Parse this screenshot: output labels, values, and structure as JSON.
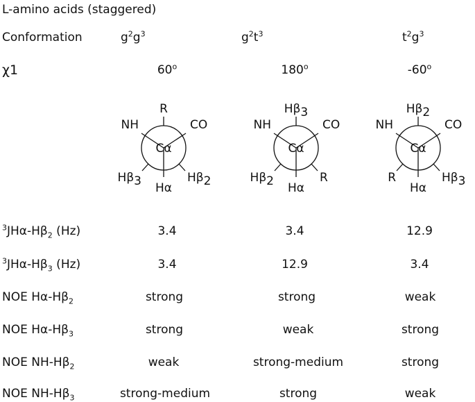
{
  "title": "L-amino acids (staggered)",
  "rows": {
    "conformation": {
      "label": "Conformation",
      "values": [
        {
          "a": "g",
          "a_sup": "2",
          "b": "g",
          "b_sup": "3"
        },
        {
          "a": "g",
          "a_sup": "2",
          "b": "t",
          "b_sup": "3"
        },
        {
          "a": "t",
          "a_sup": "2",
          "b": "g",
          "b_sup": "3"
        }
      ]
    },
    "chi": {
      "label": "χ1",
      "values": [
        "60",
        "180",
        "-60"
      ],
      "unit": "o"
    },
    "j_b2": {
      "label_sup": "3",
      "label_a": "JHα-Hβ",
      "label_sub": "2",
      "label_b": " (Hz)",
      "values": [
        "3.4",
        "3.4",
        "12.9"
      ]
    },
    "j_b3": {
      "label_sup": "3",
      "label_a": "JHα-Hβ",
      "label_sub": "3",
      "label_b": " (Hz)",
      "values": [
        "3.4",
        "12.9",
        "3.4"
      ]
    },
    "noe_ha_b2": {
      "label_a": "NOE Hα-Hβ",
      "label_sub": "2",
      "values": [
        "strong",
        "strong",
        "weak"
      ]
    },
    "noe_ha_b3": {
      "label_a": "NOE Hα-Hβ",
      "label_sub": "3",
      "values": [
        "strong",
        "weak",
        "strong"
      ]
    },
    "noe_nh_b2": {
      "label_a": "NOE NH-Hβ",
      "label_sub": "2",
      "values": [
        "weak",
        "strong-medium",
        "strong"
      ]
    },
    "noe_nh_b3": {
      "label_a": "NOE NH-Hβ",
      "label_sub": "3",
      "values": [
        "strong-medium",
        "strong",
        "weak"
      ]
    }
  },
  "projections": [
    {
      "center": "Cα",
      "front": [
        "NH",
        "CO",
        "Hα"
      ],
      "back": [
        {
          "pos": "top",
          "main": "R",
          "sub": ""
        },
        {
          "pos": "left",
          "main": "Hβ",
          "sub": "3"
        },
        {
          "pos": "right",
          "main": "Hβ",
          "sub": "2"
        }
      ]
    },
    {
      "center": "Cα",
      "front": [
        "NH",
        "CO",
        "Hα"
      ],
      "back": [
        {
          "pos": "top",
          "main": "Hβ",
          "sub": "3"
        },
        {
          "pos": "left",
          "main": "Hβ",
          "sub": "2"
        },
        {
          "pos": "right",
          "main": "R",
          "sub": ""
        }
      ]
    },
    {
      "center": "Cα",
      "front": [
        "NH",
        "CO",
        "Hα"
      ],
      "back": [
        {
          "pos": "top",
          "main": "Hβ",
          "sub": "2"
        },
        {
          "pos": "left",
          "main": "R",
          "sub": ""
        },
        {
          "pos": "right",
          "main": "Hβ",
          "sub": "3"
        }
      ]
    }
  ]
}
